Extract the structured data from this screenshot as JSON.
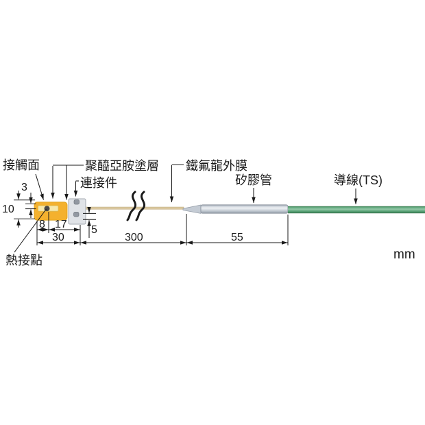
{
  "diagram": {
    "type": "thermocouple-probe-dimension-drawing",
    "unit_label": "mm",
    "labels": {
      "contact_surface": "接觸面",
      "polyimide_coating": "聚醯亞胺塗層",
      "connector": "連接件",
      "teflon_film": "鐵氟龍外膜",
      "silicone_tube": "矽膠管",
      "lead_wire": "導線(TS)",
      "hot_junction": "熱接點"
    },
    "dimensions": {
      "tip_slot_thickness": "3",
      "tip_height": "10",
      "tip_to_junction": "8",
      "junction_to_connector": "17",
      "head_total": "30",
      "connector_offset": "5",
      "wire_length": "300",
      "tube_length": "55"
    },
    "colors": {
      "sensor_body": "#F4B12E",
      "sensor_body_edge": "#D99C12",
      "sensor_slot": "#F6E8AC",
      "sensor_slot_edge": "#D9B852",
      "hot_junction_dot": "#4A4845",
      "connector_body": "#E0E3E7",
      "connector_edge": "#A3A8B0",
      "rivet": "#9298A1",
      "wire": "#D9C79F",
      "silicone_tube": "#CBD2DB",
      "cable_green": "#55A473",
      "line": "#1A1A1A"
    }
  }
}
